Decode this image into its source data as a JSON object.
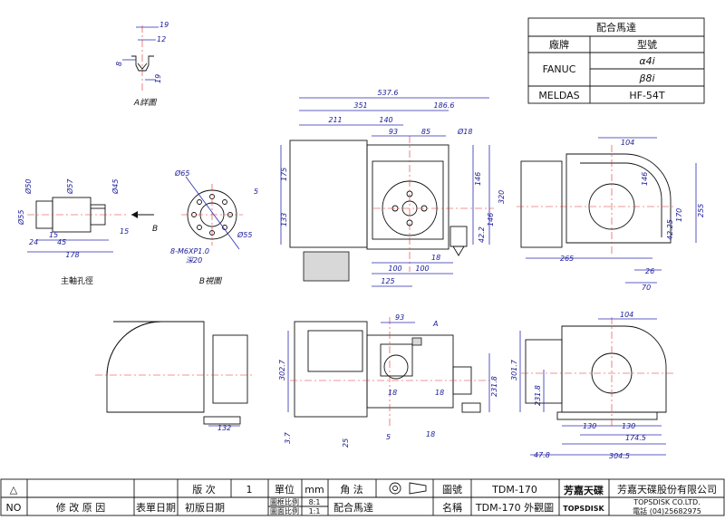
{
  "motor_table": {
    "title": "配合馬達",
    "col_brand": "廠牌",
    "col_model": "型號",
    "rows": [
      {
        "brand": "FANUC",
        "models": [
          "α4i",
          "β8i"
        ]
      },
      {
        "brand": "MELDAS",
        "models": [
          "HF-54T"
        ]
      }
    ]
  },
  "detail_a": {
    "caption": "A詳圖",
    "dims": [
      "19",
      "12",
      "8",
      "19"
    ]
  },
  "spindle_bore": {
    "caption": "主軸孔徑",
    "dims": [
      "Ø50",
      "Ø57",
      "Ø45",
      "Ø55",
      "24",
      "15",
      "45",
      "15",
      "178"
    ]
  },
  "view_b": {
    "caption": "B視圖",
    "arrow_label": "B",
    "dims": [
      "Ø65",
      "5",
      "Ø55",
      "8-M6XP1.0",
      "深20"
    ]
  },
  "front_view": {
    "dims": {
      "overall_width": "537.6",
      "d351": "351",
      "d186_6": "186.6",
      "d211": "211",
      "d140": "140",
      "d93": "93",
      "d85": "85",
      "d18": "Ø18",
      "d175": "175",
      "d133": "133",
      "d146": "146",
      "d320": "320",
      "d146b": "146",
      "d42_2": "42.2",
      "d18b": "18",
      "d100a": "100",
      "d100b": "100",
      "d125": "125"
    }
  },
  "right_view_top": {
    "dims": [
      "104",
      "146",
      "42.25",
      "170",
      "255",
      "265",
      "26",
      "70"
    ]
  },
  "front_view_bottom": {
    "section_label": "A",
    "dims": [
      "93",
      "302.7",
      "18",
      "231.8",
      "18",
      "3.7",
      "25",
      "5",
      "18"
    ]
  },
  "left_view_bottom": {
    "dims": [
      "132"
    ]
  },
  "right_view_bottom": {
    "dims": [
      "104",
      "301.7",
      "231.8",
      "130",
      "130",
      "174.5",
      "47.8",
      "304.5"
    ]
  },
  "title_block": {
    "revision_row": {
      "symbol": "△",
      "edition_label": "版 次",
      "edition_value": "1",
      "unit_label": "單位",
      "unit_value": "mm",
      "projection_label": "角 法",
      "drawing_no_label": "圖號",
      "drawing_no_value": "TDM-170",
      "logo_text": "芳嘉天碟",
      "company_cn": "芳嘉天碟股份有限公司"
    },
    "header_row": {
      "no": "NO",
      "reason": "修 改 原 因",
      "approved": "表單日期",
      "first_edition_date": "初版日期",
      "scale_label_drawing": "圖框比例",
      "scale_value_drawing": "8:1",
      "scale_label_surface": "圖面比例",
      "scale_value_surface": "1:1",
      "match_motor": "配合馬達",
      "name_label": "名稱",
      "name_value": "TDM-170 外觀圖",
      "logo_en": "TOPSDISK",
      "company_en": "TOPSDISK CO.LTD.",
      "tel": "電話 (04)25682975"
    }
  }
}
